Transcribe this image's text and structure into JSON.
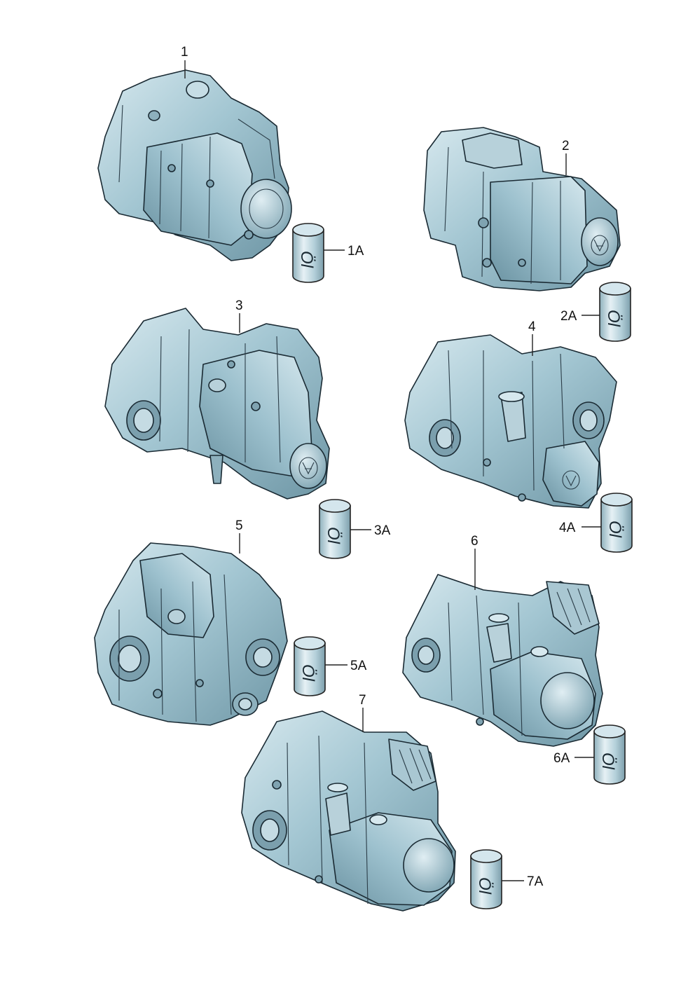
{
  "callouts": [
    {
      "id": "1",
      "label": "1"
    },
    {
      "id": "2",
      "label": "2"
    },
    {
      "id": "3",
      "label": "3"
    },
    {
      "id": "4",
      "label": "4"
    },
    {
      "id": "5",
      "label": "5"
    },
    {
      "id": "6",
      "label": "6"
    },
    {
      "id": "7",
      "label": "7"
    }
  ],
  "oil_callouts": [
    {
      "id": "1A",
      "label": "1A"
    },
    {
      "id": "2A",
      "label": "2A"
    },
    {
      "id": "3A",
      "label": "3A"
    },
    {
      "id": "4A",
      "label": "4A"
    },
    {
      "id": "5A",
      "label": "5A"
    },
    {
      "id": "6A",
      "label": "6A"
    },
    {
      "id": "7A",
      "label": "7A"
    }
  ],
  "colors": {
    "housing_fill": "#9fc3cf",
    "housing_dark": "#6f97a6",
    "housing_light": "#cfe4eb",
    "can_fill": "#b8d2dc",
    "line": "#1a2a33"
  }
}
